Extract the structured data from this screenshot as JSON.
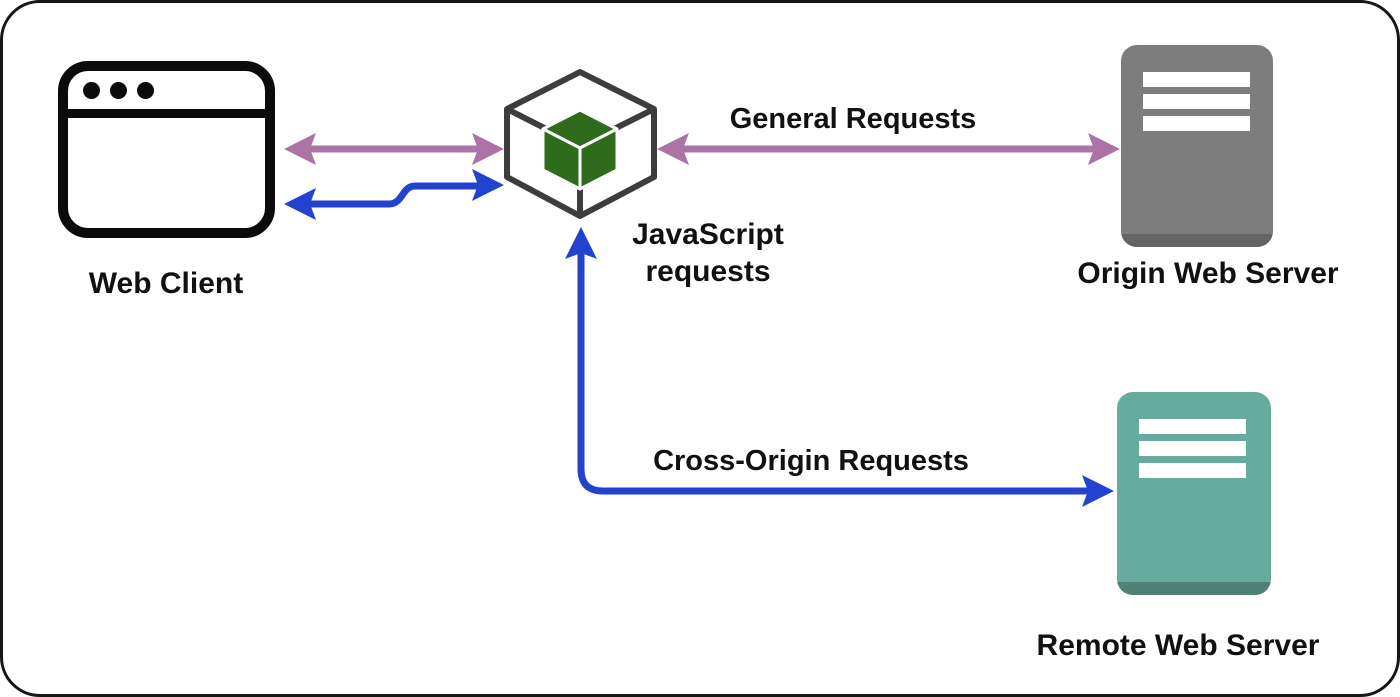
{
  "diagram": {
    "nodes": {
      "web_client": {
        "label": "Web Client"
      },
      "javascript_module": {
        "label_line1": "JavaScript",
        "label_line2": "requests"
      },
      "origin_server": {
        "label": "Origin Web Server"
      },
      "remote_server": {
        "label": "Remote Web Server"
      }
    },
    "edges": {
      "general": {
        "label": "General Requests"
      },
      "cross_origin": {
        "label": "Cross-Origin Requests"
      }
    }
  },
  "colors": {
    "arrow_purple": "#ab74a4",
    "arrow_blue": "#2342d0",
    "cube_frame": "#3d3d3d",
    "cube_green": "#2e6b1d",
    "origin_server_body": "#7d7d7d",
    "origin_server_base": "#646464",
    "remote_server_body": "#67ab9e",
    "remote_server_base": "#4f8177",
    "icon_black": "#0b0b0b",
    "text": "#111111"
  }
}
